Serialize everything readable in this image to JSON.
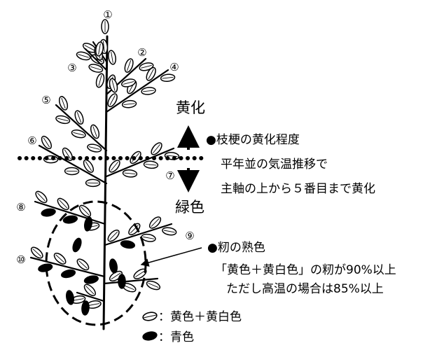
{
  "labels": {
    "top_arrow": "黄化",
    "bottom_arrow": "緑色"
  },
  "node_numbers": [
    "①",
    "②",
    "③",
    "④",
    "⑤",
    "⑥",
    "⑦",
    "⑧",
    "⑨",
    "⑩"
  ],
  "notes": {
    "branch_heading": "●枝梗の黄化程度",
    "branch_line1": "平年並の気温推移で",
    "branch_line2": "主軸の上から５番目まで黄化",
    "grain_heading": "●籾の熟色",
    "grain_line1": "「黄色＋黄白色」の籾が90%以上",
    "grain_line2": "ただし高温の場合は85%以上"
  },
  "legend": {
    "open_grain": "：黄色＋黄白色",
    "filled_grain": "：青色"
  }
}
